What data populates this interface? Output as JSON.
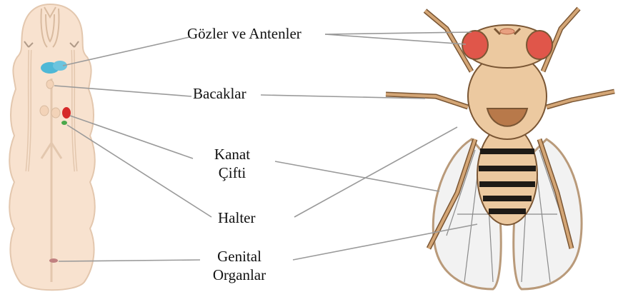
{
  "labels": {
    "eyes_antennae": "Gözler ve Antenler",
    "legs": "Bacaklar",
    "wing_pair_line1": "Kanat",
    "wing_pair_line2": "Çifti",
    "halter": "Halter",
    "genital_line1": "Genital",
    "genital_line2": "Organlar"
  },
  "colors": {
    "larva_body": "#f8e2cf",
    "larva_outline": "#e3c7ae",
    "disc_eye_antenna": "#4fb8d6",
    "disc_wing": "#d62a2a",
    "disc_haltere": "#4aa84a",
    "fly_body": "#ecc9a0",
    "fly_outline": "#7a5634",
    "fly_eye": "#e0564a",
    "fly_stripes": "#1e1a16",
    "leader_line": "#9a9a9a"
  }
}
